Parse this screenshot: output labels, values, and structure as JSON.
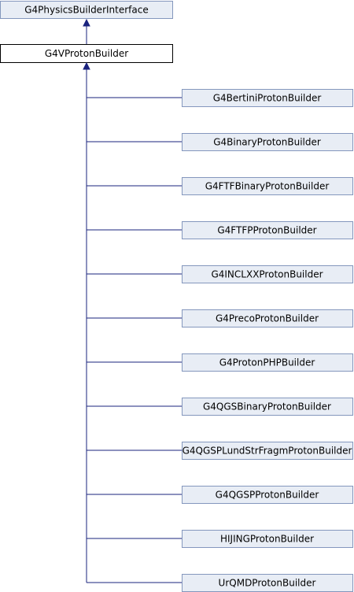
{
  "base": {
    "label": "G4PhysicsBuilderInterface"
  },
  "current": {
    "label": "G4VProtonBuilder"
  },
  "derived": [
    {
      "label": "G4BertiniProtonBuilder"
    },
    {
      "label": "G4BinaryProtonBuilder"
    },
    {
      "label": "G4FTFBinaryProtonBuilder"
    },
    {
      "label": "G4FTFPProtonBuilder"
    },
    {
      "label": "G4INCLXXProtonBuilder"
    },
    {
      "label": "G4PrecoProtonBuilder"
    },
    {
      "label": "G4ProtonPHPBuilder"
    },
    {
      "label": "G4QGSBinaryProtonBuilder"
    },
    {
      "label": "G4QGSPLundStrFragmProtonBuilder"
    },
    {
      "label": "G4QGSPProtonBuilder"
    },
    {
      "label": "HIJINGProtonBuilder"
    },
    {
      "label": "UrQMDProtonBuilder"
    }
  ]
}
